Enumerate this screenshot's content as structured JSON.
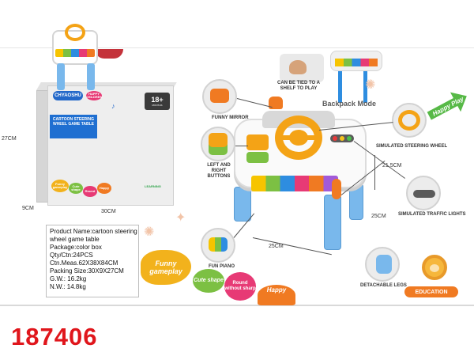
{
  "box": {
    "brand": "CHYAOSHU",
    "badge": "HAPPY CHILDREN",
    "age": "18+",
    "age_sub": "MONTHS",
    "title": "CARTOON STEERING WHEEL GAME TABLE",
    "description": "",
    "chips": [
      "Funny gameplay",
      "Cute shape",
      "Round",
      "Happy"
    ],
    "learning": "LEARNING",
    "dims": {
      "height": "27CM",
      "depth": "9CM",
      "width": "30CM"
    }
  },
  "product_info": {
    "lines": [
      "Product Name:cartoon steering",
      "wheel game table",
      "Package:color box",
      "Qty/Ctn:24PCS",
      "Ctn.Meas.62X38X84CM",
      "Packing Size:30X9X27CM",
      "G.W.: 16.2kg",
      "N.W.: 14.8kg"
    ]
  },
  "features": {
    "funny": "Funny gameplay",
    "cute": "Cute shape",
    "round": "Round without sharp",
    "happy": "Happy"
  },
  "callouts": {
    "mirror": "FUNNY MIRROR",
    "buttons": "LEFT AND RIGHT BUTTONS",
    "piano": "FUN PIANO",
    "wheel": "SIMULATED STEERING WHEEL",
    "lights": "SIMULATED TRAFFIC LIGHTS",
    "legs": "DETACHABLE LEGS",
    "shelf": "CAN BE TIED TO A SHELF TO PLAY"
  },
  "toy_dims": {
    "height": "21.5CM",
    "depth": "25CM",
    "width": "25CM"
  },
  "backpack_mode": "Backpack Mode",
  "happy_play": "Happy Play",
  "education": "EDUCATION",
  "product_code": "187406",
  "colors": {
    "accent_red": "#e0161c",
    "wheel_orange": "#f4a316",
    "leg_blue": "#79b8ec",
    "green": "#57b947"
  }
}
